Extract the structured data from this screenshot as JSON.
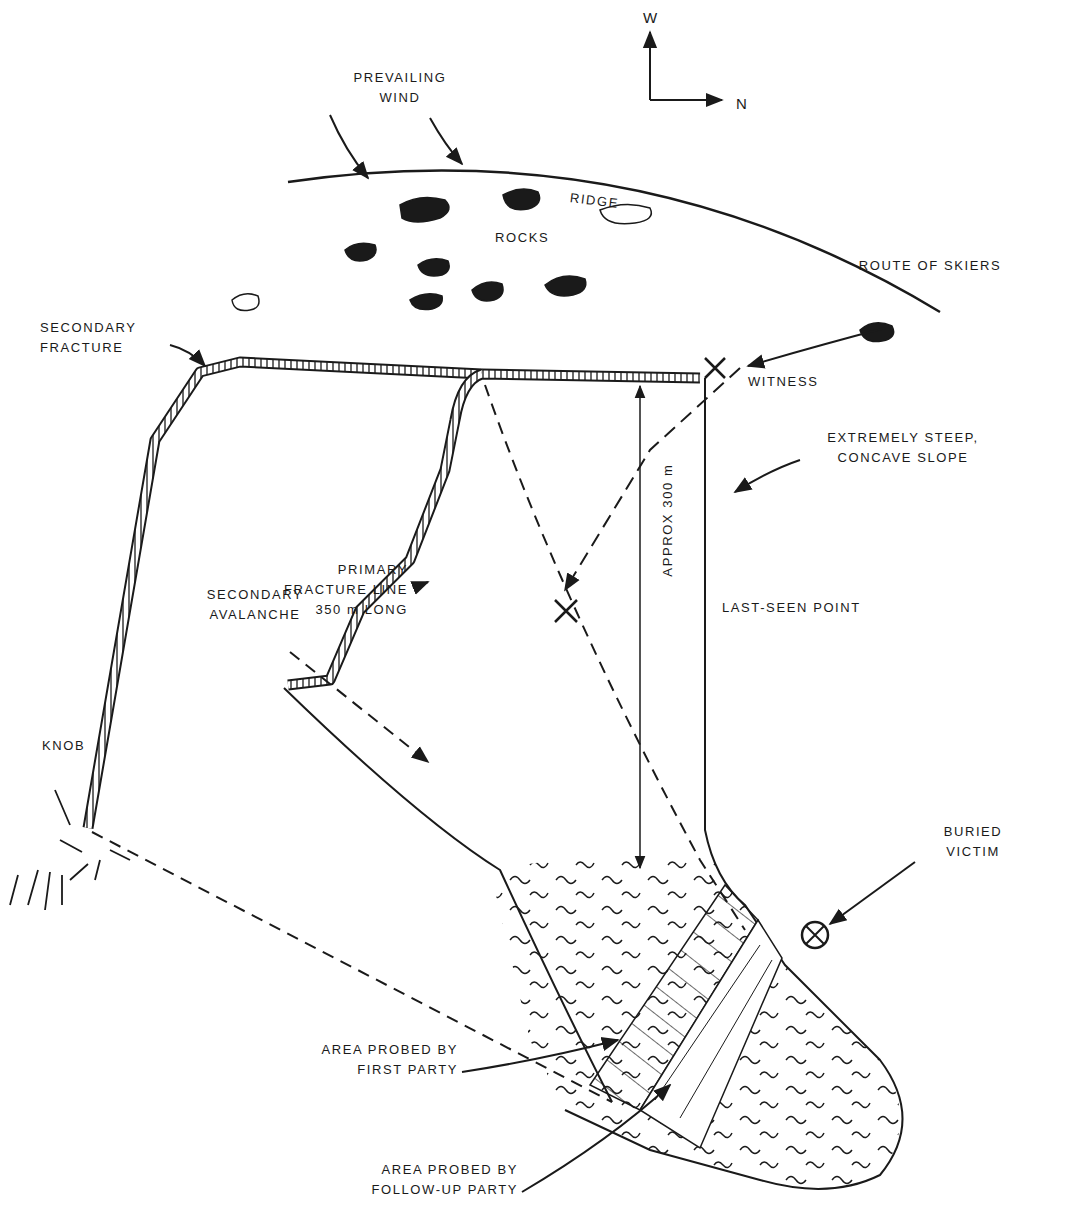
{
  "diagram": {
    "labels": [
      "W",
      "N",
      "PREVAILING WIND",
      "RIDGE",
      "ROCKS",
      "ROUTE OF SKIERS",
      "WITNESS",
      "SECONDARY FRACTURE",
      "PRIMARY FRACTURE LINE 350 m LONG",
      "EXTREMELY STEEP, CONCAVE SLOPE",
      "SECONDARY AVALANCHE",
      "APPROX 300 m",
      "LAST-SEEN POINT",
      "BURIED VICTIM",
      "KNOB",
      "AREA PROBED BY FIRST PARTY",
      "AREA PROBED BY FOLLOW-UP PARTY"
    ]
  }
}
